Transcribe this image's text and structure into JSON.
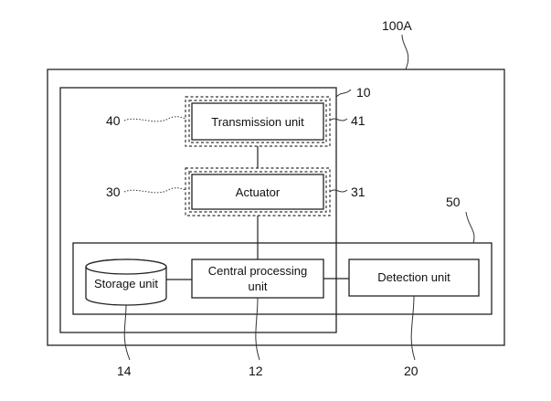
{
  "device": {
    "ref": "100A"
  },
  "inner_frame": {
    "ref": "10"
  },
  "cpu_block": {
    "ref": "50"
  },
  "transmission": {
    "label": "Transmission unit",
    "ref_outer": "40",
    "ref_inner": "41"
  },
  "actuator": {
    "label": "Actuator",
    "ref_outer": "30",
    "ref_inner": "31"
  },
  "storage": {
    "label": "Storage unit",
    "ref": "14"
  },
  "cpu": {
    "label_line1": "Central processing",
    "label_line2": "unit",
    "ref": "12"
  },
  "detection": {
    "label": "Detection unit",
    "ref": "20"
  }
}
